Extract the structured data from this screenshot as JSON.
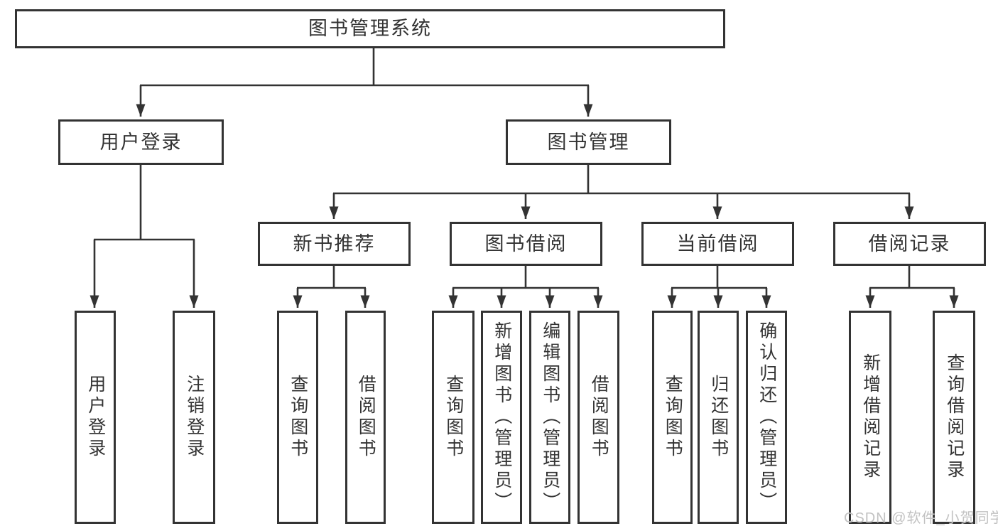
{
  "tree": {
    "root": "图书管理系统",
    "level2": [
      {
        "label": "用户登录",
        "children": [
          "用户登录",
          "注销登录"
        ]
      },
      {
        "label": "图书管理",
        "groups": [
          {
            "label": "新书推荐",
            "children": [
              "查询图书",
              "借阅图书"
            ]
          },
          {
            "label": "图书借阅",
            "children": [
              "查询图书",
              "新增图书（管理员）",
              "编辑图书（管理员）",
              "借阅图书"
            ]
          },
          {
            "label": "当前借阅",
            "children": [
              "查询图书",
              "归还图书",
              "确认归还（管理员）"
            ]
          },
          {
            "label": "借阅记录",
            "children": [
              "新增借阅记录",
              "查询借阅记录"
            ]
          }
        ]
      }
    ]
  },
  "watermark": "CSDN @软件_小贺同学",
  "colors": {
    "line": "#333333",
    "text": "#333333",
    "background": "#ffffff",
    "watermark": "#c2c2c2"
  }
}
